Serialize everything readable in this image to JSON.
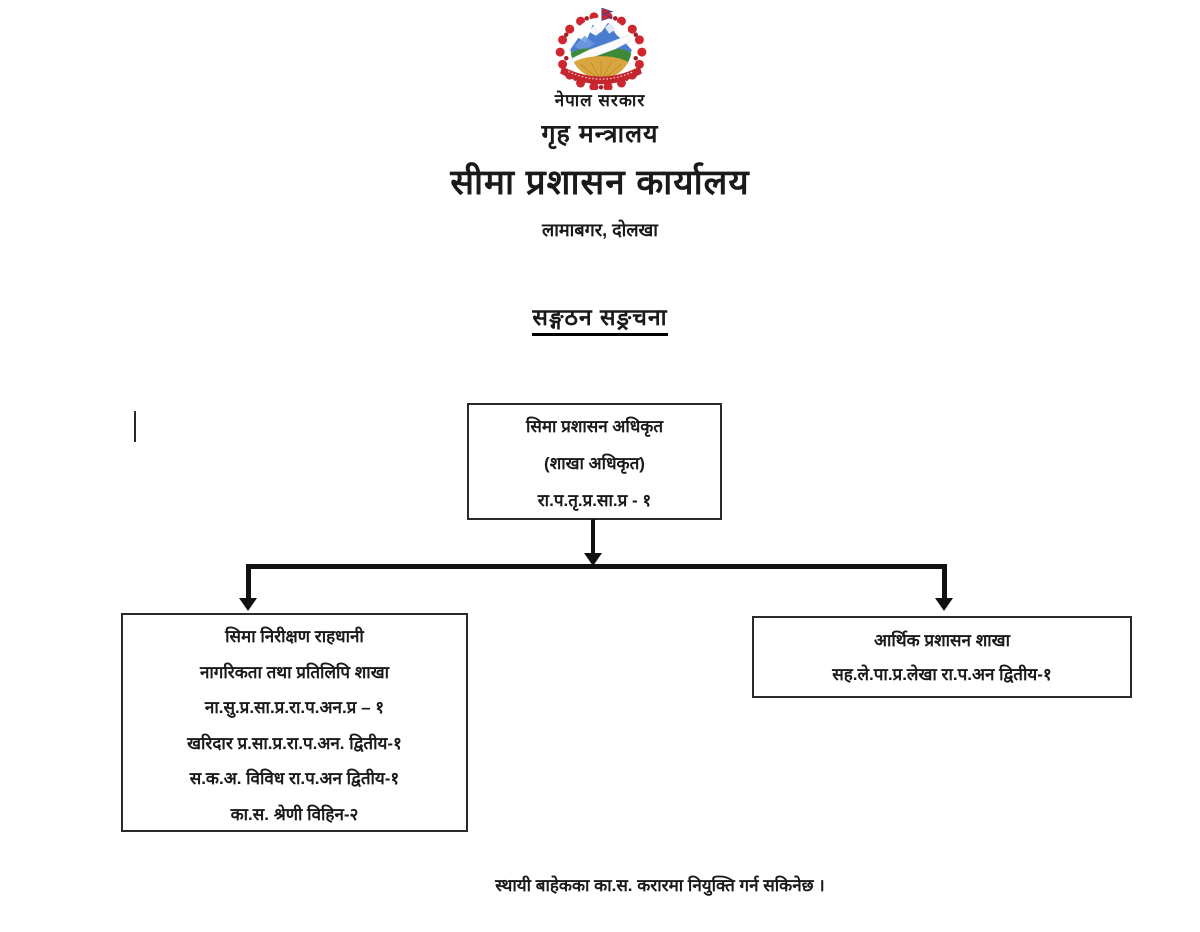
{
  "header": {
    "emblem_icon": "nepal-coat-of-arms-icon",
    "government": "नेपाल सरकार",
    "ministry": "गृह मन्त्रालय",
    "office": "सीमा प्रशासन कार्यालय",
    "location": "लामाबगर, दोलखा"
  },
  "title": "सङ्गठन सङ्रचना",
  "org_chart": {
    "root_box": {
      "lines": [
        "सिमा प्रशासन अधिकृत",
        "(शाखा अधिकृत)",
        "रा.प.तृ.प्र.सा.प्र - १"
      ]
    },
    "left_box": {
      "lines": [
        "सिमा निरीक्षण राहधानी",
        "नागरिकता तथा प्रतिलिपि शाखा",
        "ना.सु.प्र.सा.प्र.रा.प.अन.प्र – १",
        "खरिदार प्र.सा.प्र.रा.प.अन. द्वितीय-१",
        "स.क.अ. विविध रा.प.अन द्वितीय-१",
        "का.स. श्रेणी विहिन-२"
      ]
    },
    "right_box": {
      "lines": [
        "आर्थिक प्रशासन शाखा",
        "सह.ले.पा.प्र.लेखा रा.प.अन द्वितीय-१"
      ]
    }
  },
  "footer_note": "स्थायी बाहेकका का.स. करारमा नियुक्ति गर्न सकिनेछ ।",
  "colors": {
    "garland_red": "#cf2630",
    "mountain_blue": "#4a7ccf",
    "hill_green": "#3c8a35",
    "base_yellow": "#d9a53e",
    "ribbon_red": "#c4262e",
    "connector_black": "#111111"
  }
}
